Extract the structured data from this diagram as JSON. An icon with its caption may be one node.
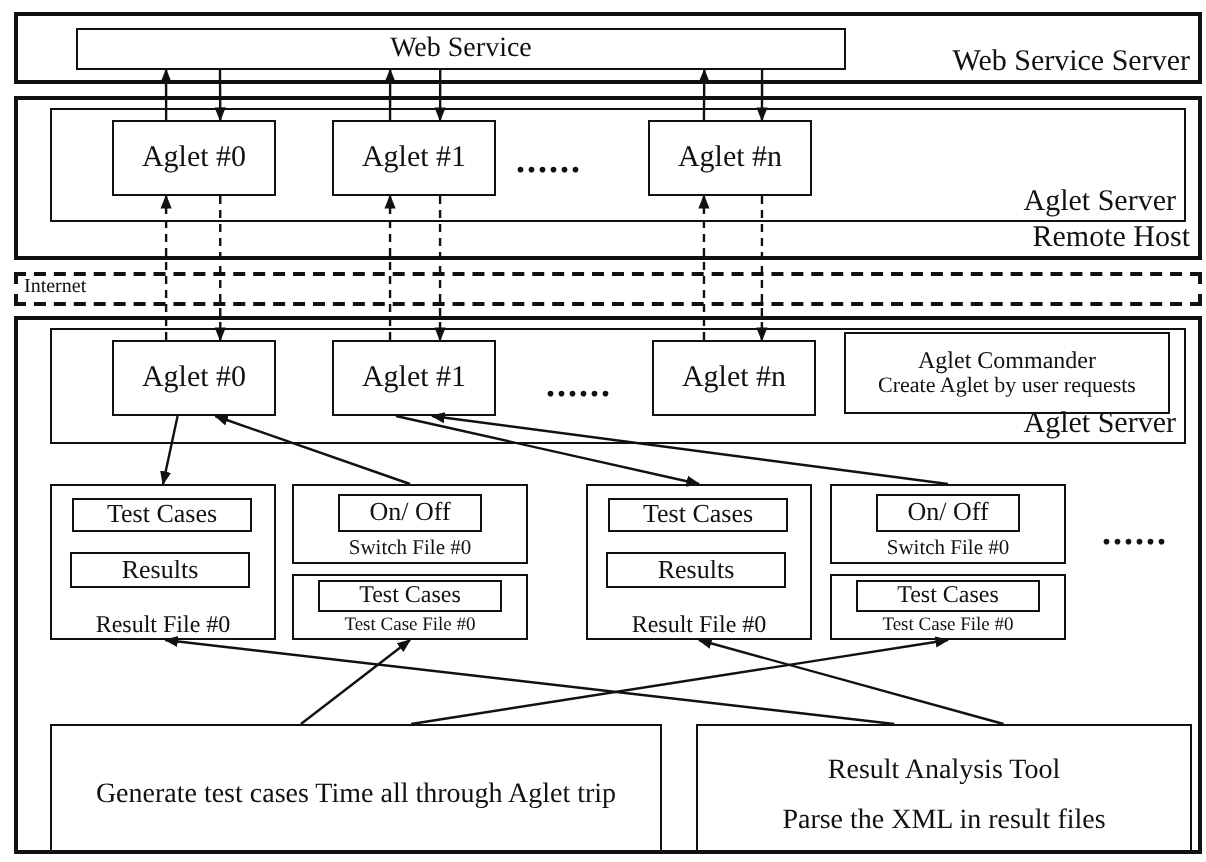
{
  "diagram": {
    "nodes": [
      {
        "text": [
          "Web Service Server"
        ]
      },
      {
        "text": [
          "Web Service"
        ],
        "in": 0
      },
      {
        "text": [
          "Remote Host"
        ]
      },
      {
        "text": [
          "Aglet Server"
        ],
        "in": 2
      },
      {
        "text": [
          "Aglet #0"
        ],
        "in": 3
      },
      {
        "text": [
          "Aglet #1"
        ],
        "in": 3
      },
      {
        "text": [
          "Aglet #n"
        ],
        "in": 3
      },
      {
        "text": [],
        "shape": "box"
      },
      {
        "text": [
          "Aglet Server"
        ],
        "in": 7
      },
      {
        "text": [
          "Aglet #0"
        ],
        "in": 8
      },
      {
        "text": [
          "Aglet #1"
        ],
        "in": 8
      },
      {
        "text": [
          "Aglet #n"
        ],
        "in": 8
      },
      {
        "text": [
          "Aglet Commander",
          "Create Aglet by user requests"
        ],
        "in": 8
      },
      {
        "text": [
          "Result File #0"
        ],
        "in": 7
      },
      {
        "text": [
          "Test Cases"
        ],
        "in": 13
      },
      {
        "text": [
          "Results"
        ],
        "in": 13
      },
      {
        "text": [
          "Switch File #0"
        ],
        "in": 7
      },
      {
        "text": [
          "On/ Off"
        ],
        "in": 16
      },
      {
        "text": [
          "Test Case File #0"
        ],
        "in": 7
      },
      {
        "text": [
          "Test Cases"
        ],
        "in": 18
      },
      {
        "text": [
          "Result File #0"
        ],
        "in": 7
      },
      {
        "text": [
          "Test Cases"
        ],
        "in": 20
      },
      {
        "text": [
          "Results"
        ],
        "in": 20
      },
      {
        "text": [
          "Switch File #0"
        ],
        "in": 7
      },
      {
        "text": [
          "On/ Off"
        ],
        "in": 23
      },
      {
        "text": [
          "Test Case File #0"
        ],
        "in": 7
      },
      {
        "text": [
          "Test Cases"
        ],
        "in": 25
      },
      {
        "text": [
          "Generate test cases Time all through Aglet trip"
        ],
        "in": 7
      },
      {
        "text": [
          "Result Analysis Tool",
          "Parse the XML in result files"
        ],
        "in": 7
      }
    ],
    "edges": [
      {
        "from": 4,
        "to": 1,
        "arrow": "to"
      },
      {
        "from": 1,
        "to": 4,
        "arrow": "to"
      },
      {
        "from": 5,
        "to": 1,
        "arrow": "to"
      },
      {
        "from": 1,
        "to": 5,
        "arrow": "to"
      },
      {
        "from": 6,
        "to": 1,
        "arrow": "to"
      },
      {
        "from": 1,
        "to": 6,
        "arrow": "to"
      },
      {
        "from": 9,
        "to": 4,
        "arrow": "to",
        "style": "dashed"
      },
      {
        "from": 4,
        "to": 9,
        "arrow": "to",
        "style": "dashed"
      },
      {
        "from": 10,
        "to": 5,
        "arrow": "to",
        "style": "dashed"
      },
      {
        "from": 5,
        "to": 10,
        "arrow": "to",
        "style": "dashed"
      },
      {
        "from": 11,
        "to": 6,
        "arrow": "to",
        "style": "dashed"
      },
      {
        "from": 6,
        "to": 11,
        "arrow": "to",
        "style": "dashed"
      },
      {
        "from": 9,
        "to": 13,
        "arrow": "to"
      },
      {
        "from": 16,
        "to": 9,
        "arrow": "to"
      },
      {
        "from": 10,
        "to": 20,
        "arrow": "to"
      },
      {
        "from": 23,
        "to": 10,
        "arrow": "to"
      },
      {
        "from": 27,
        "to": 18,
        "arrow": "to"
      },
      {
        "from": 27,
        "to": 25,
        "arrow": "to"
      },
      {
        "from": 28,
        "to": 13,
        "arrow": "to"
      },
      {
        "from": 28,
        "to": 20,
        "arrow": "to"
      }
    ],
    "labels": [
      "Internet",
      "......",
      "......",
      "......"
    ]
  }
}
